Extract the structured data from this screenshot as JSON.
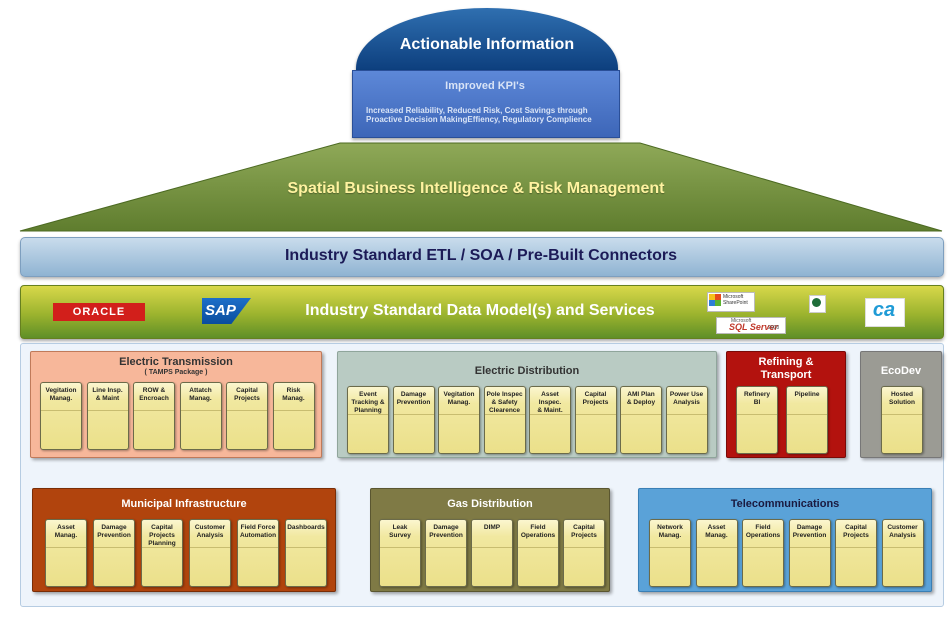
{
  "top": {
    "title": "Actionable Information",
    "kpi_title": "Improved KPI's",
    "kpi_text": "Increased Reliability, Reduced Risk, Cost Savings through Proactive Decision MakingEffiency, Regulatory Complience"
  },
  "roof": {
    "title": "Spatial Business Intelligence & Risk Management"
  },
  "etl": {
    "title": "Industry Standard ETL / SOA / Pre-Built Connectors"
  },
  "data_model": {
    "title": "Industry Standard Data Model(s) and Services",
    "logos": {
      "oracle": "ORACLE",
      "sap": "SAP",
      "sharepoint": "Microsoft SharePoint",
      "sql_small": "Microsoft",
      "sql_main": "SQL Server",
      "sql_year": "2008",
      "ca": "ca"
    }
  },
  "groups": {
    "electric_transmission": {
      "title": "Electric Transmission",
      "subtitle": "( TAMPS Package )",
      "color": "#f7b79a",
      "items": [
        "Vegitation\nManag.",
        "Line Insp.\n& Maint",
        "ROW &\nEncroach",
        "Attatch\nManag.",
        "Capital\nProjects",
        "Risk\nManag."
      ]
    },
    "electric_distribution": {
      "title": "Electric Distribution",
      "color": "#b9cbc3",
      "items": [
        "Event\nTracking &\nPlanning",
        "Damage\nPrevention",
        "Vegitation\nManag.",
        "Pole Inspec\n& Safety\nClearence",
        "Asset\nInspec.\n& Maint.",
        "Capital\nProjects",
        "AMI Plan\n& Deploy",
        "Power Use\nAnalysis"
      ]
    },
    "refining_transport": {
      "title": "Refining &\nTransport",
      "color": "#b3120e",
      "items": [
        "Refinery\nBI",
        "Pipeline"
      ]
    },
    "ecodev": {
      "title": "EcoDev",
      "color": "#9b9b94",
      "items": [
        "Hosted\nSolution"
      ]
    },
    "municipal": {
      "title": "Municipal Infrastructure",
      "color": "#b1440d",
      "items": [
        "Asset\nManag.",
        "Damage\nPrevention",
        "Capital\nProjects\nPlanning",
        "Customer\nAnalysis",
        "Field Force\nAutomation",
        "Dashboards"
      ]
    },
    "gas": {
      "title": "Gas Distribution",
      "color": "#7f7a45",
      "items": [
        "Leak\nSurvey",
        "Damage\nPrevention",
        "DIMP",
        "Field\nOperations",
        "Capital\nProjects"
      ]
    },
    "telecom": {
      "title": "Telecommunications",
      "color": "#5aa2d8",
      "items": [
        "Network\nManag.",
        "Asset\nManag.",
        "Field\nOperations",
        "Damage\nPrevention",
        "Capital\nProjects",
        "Customer\nAnalysis"
      ]
    }
  }
}
